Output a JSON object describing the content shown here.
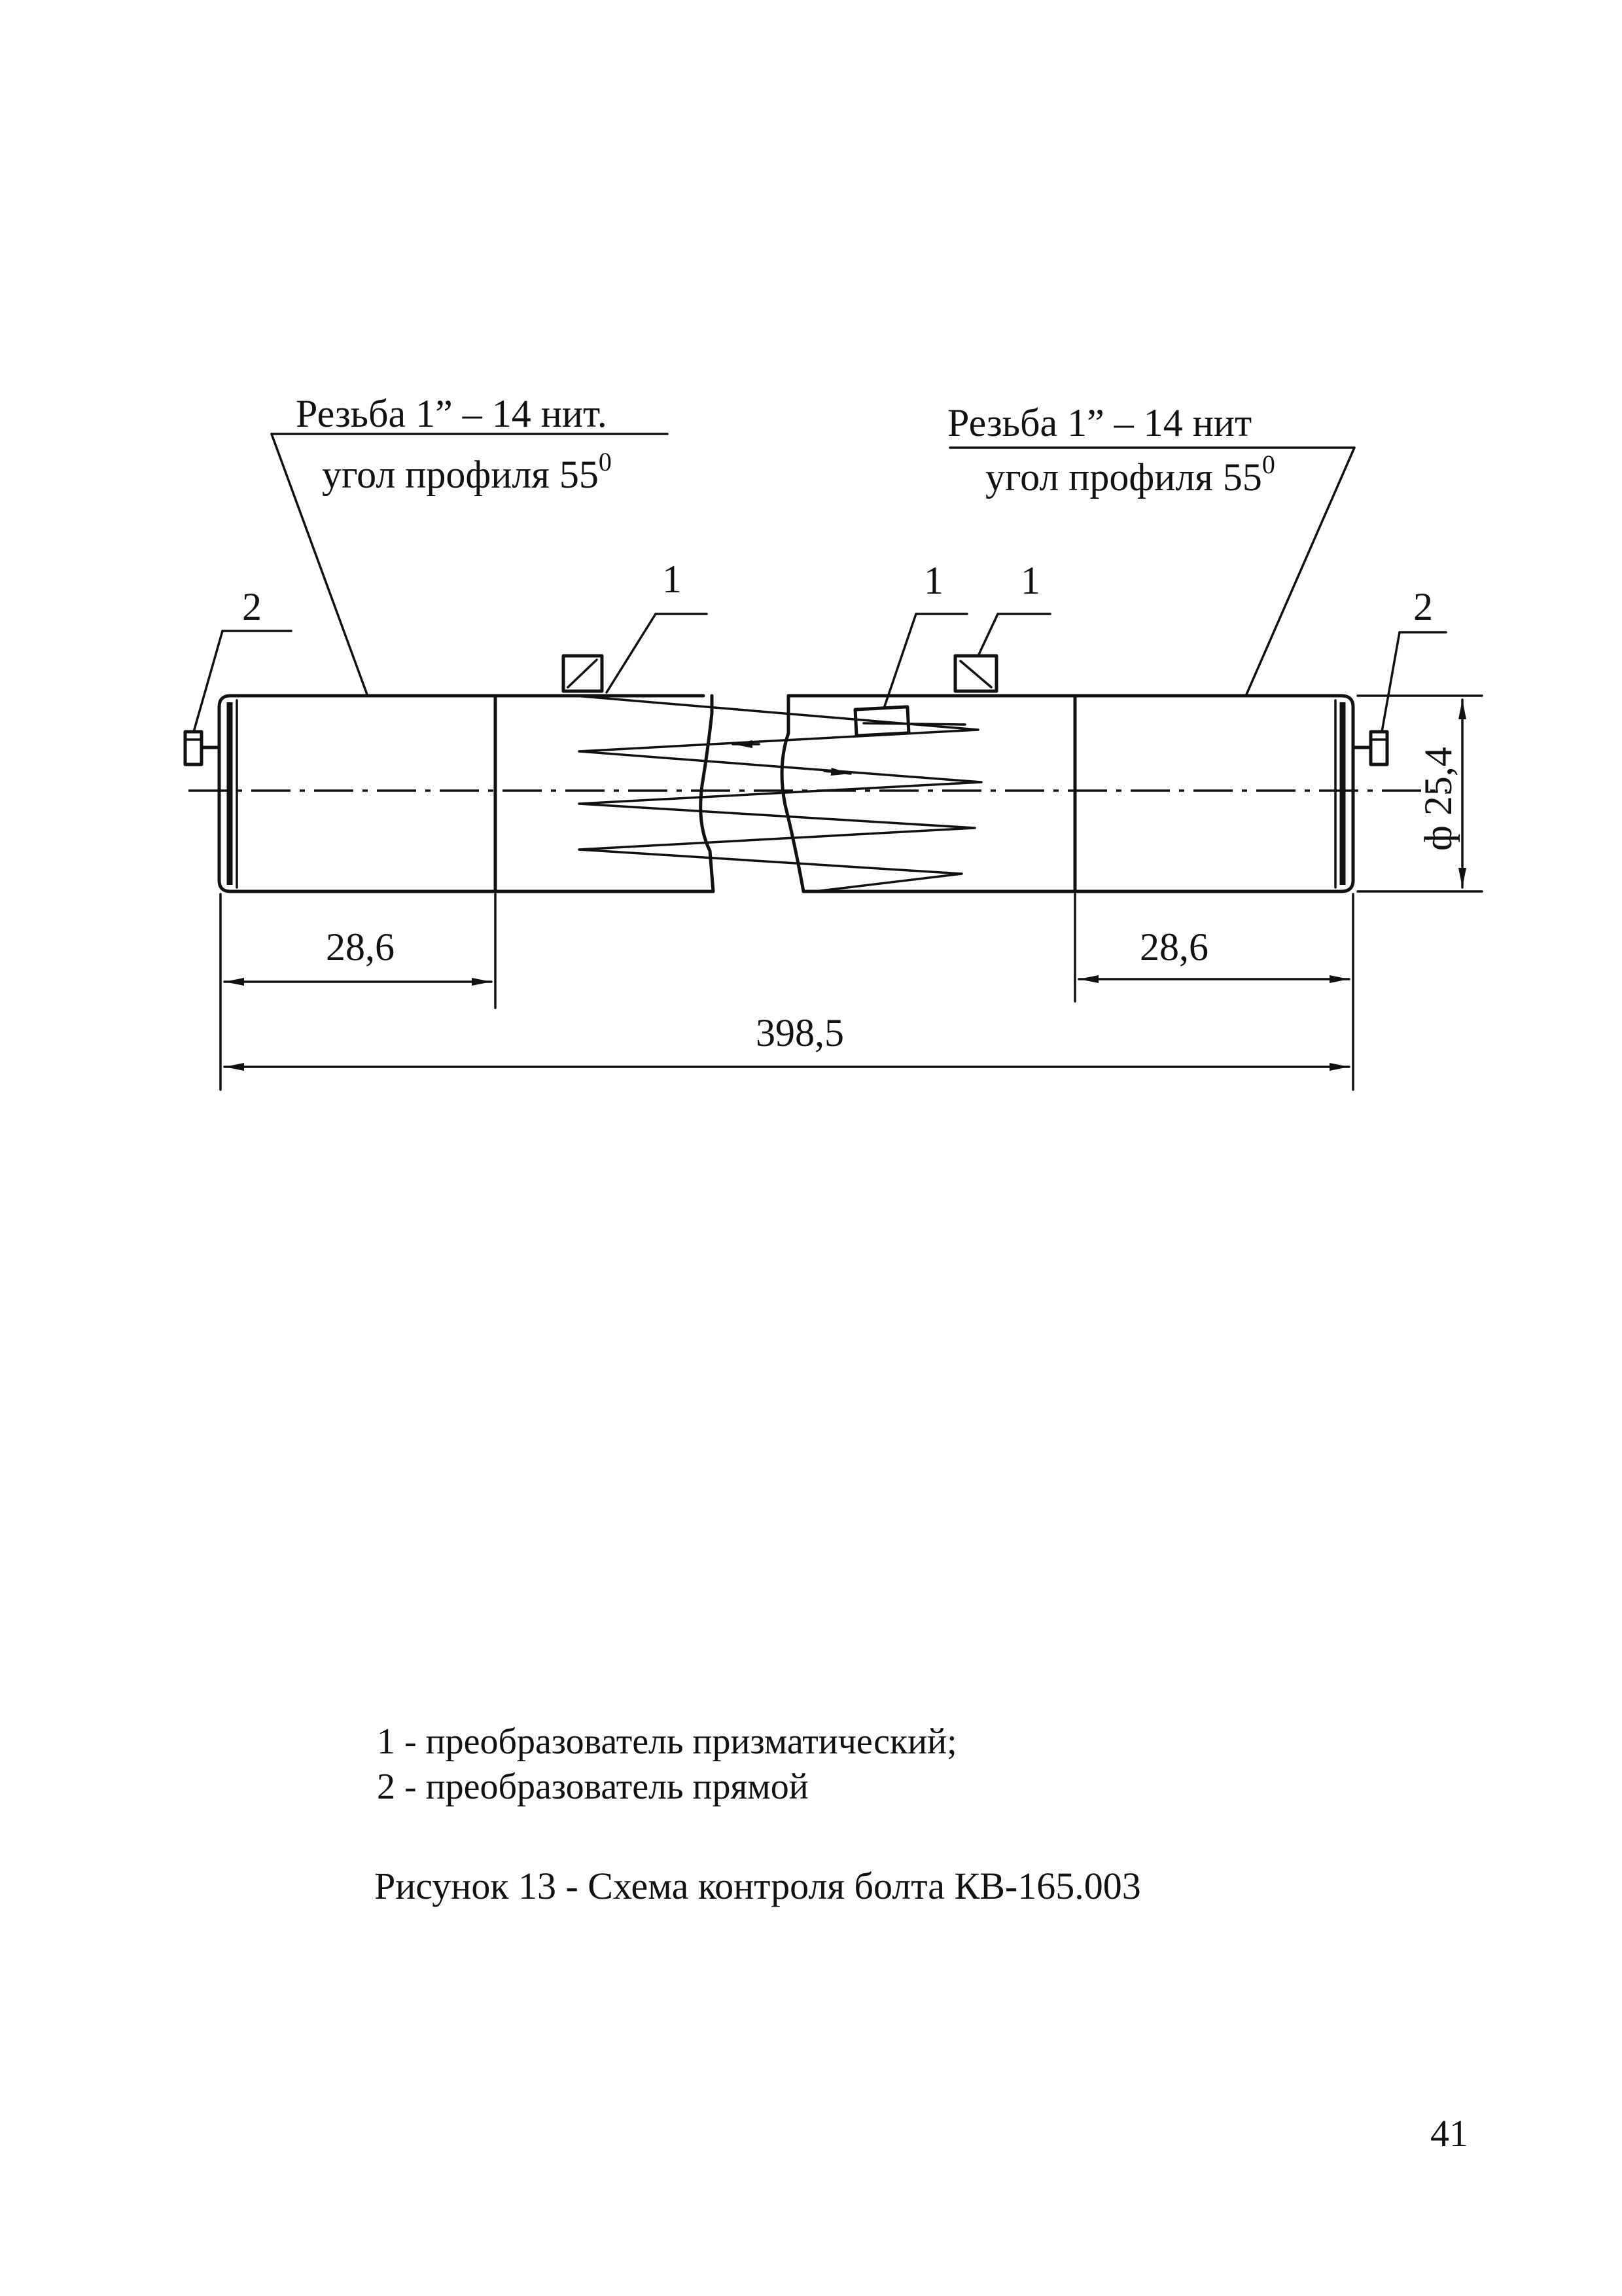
{
  "drawing": {
    "thread_left": {
      "line1": "Резьба 1” – 14 нит.",
      "line2": "угол профиля 55",
      "sup": "0"
    },
    "thread_right": {
      "line1": "Резьба 1” – 14 нит",
      "line2": "угол профиля 55",
      "sup": "0"
    },
    "callouts": {
      "prismatic": "1",
      "straight": "2"
    },
    "dimensions": {
      "thread_length_left": "28,6",
      "thread_length_right": "28,6",
      "total_length": "398,5",
      "diameter": "ф 25,4"
    }
  },
  "legend": [
    "1 - преобразователь призматический;",
    "2 - преобразователь прямой"
  ],
  "caption": "Рисунок 13 - Схема контроля болта  КВ-165.003",
  "page_number": "41"
}
